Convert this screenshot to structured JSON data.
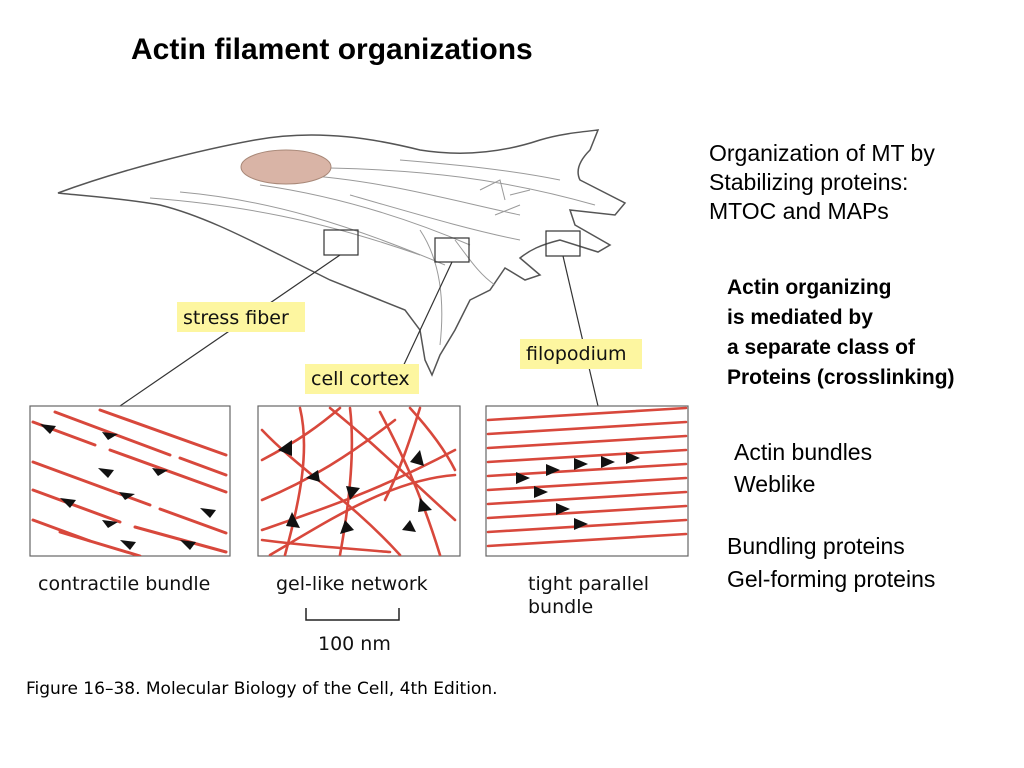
{
  "slide": {
    "title": "Actin filament organizations",
    "caption": "Figure 16–38. Molecular Biology of the Cell, 4th Edition."
  },
  "figure": {
    "callouts": {
      "stress_fiber": "stress fiber",
      "cell_cortex": "cell cortex",
      "filopodium": "filopodium"
    },
    "panels": {
      "contractile": "contractile bundle",
      "gel": "gel-like network",
      "tight_line1": "tight parallel",
      "tight_line2": "bundle"
    },
    "scale_bar": "100 nm",
    "colors": {
      "filament": "#d8483c",
      "callout_bg": "#fdf6a0",
      "nucleus": "#d9b4a6",
      "outline": "#555555"
    }
  },
  "notes": {
    "mt": [
      "Organization of MT by",
      "Stabilizing proteins:",
      "MTOC and MAPs"
    ],
    "actin_org": [
      "Actin organizing",
      "is mediated by",
      "a separate class of",
      "Proteins (crosslinking)"
    ],
    "bundles": [
      "Actin bundles",
      "Weblike"
    ],
    "proteins": [
      "Bundling proteins",
      "Gel-forming proteins"
    ]
  }
}
